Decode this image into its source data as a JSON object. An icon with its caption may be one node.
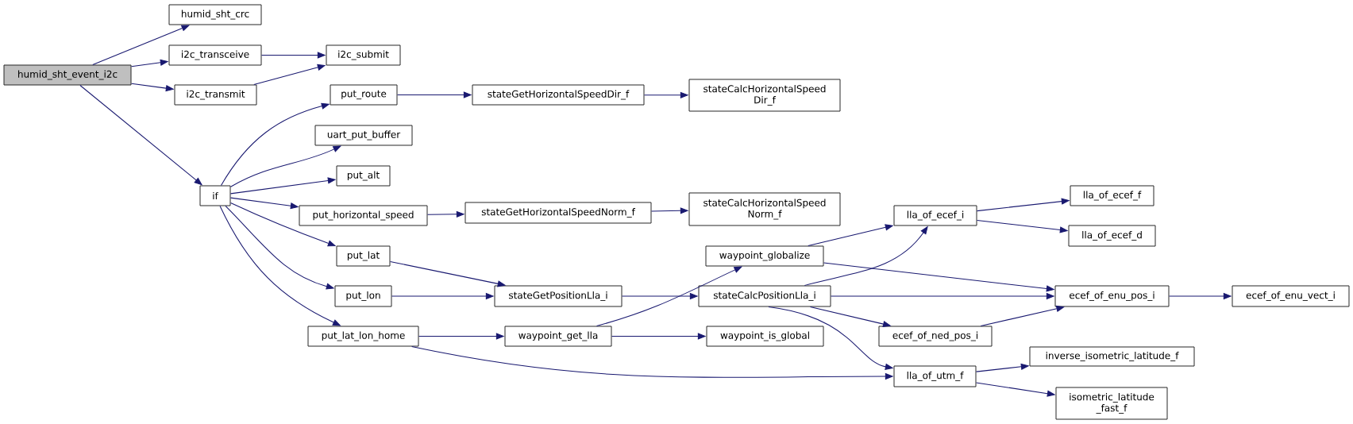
{
  "diagram": {
    "nodes": [
      {
        "text": [
          "humid_sht_event_i2c"
        ]
      },
      {
        "text": [
          "humid_sht_crc"
        ]
      },
      {
        "text": [
          "i2c_transceive"
        ]
      },
      {
        "text": [
          "i2c_transmit"
        ]
      },
      {
        "text": [
          "if"
        ]
      },
      {
        "text": [
          "i2c_submit"
        ]
      },
      {
        "text": [
          "put_route"
        ]
      },
      {
        "text": [
          "uart_put_buffer"
        ]
      },
      {
        "text": [
          "put_alt"
        ]
      },
      {
        "text": [
          "put_horizontal_speed"
        ]
      },
      {
        "text": [
          "put_lat"
        ]
      },
      {
        "text": [
          "put_lon"
        ]
      },
      {
        "text": [
          "put_lat_lon_home"
        ]
      },
      {
        "text": [
          "stateGetHorizontalSpeedDir_f"
        ]
      },
      {
        "text": [
          "stateGetHorizontalSpeedNorm_f"
        ]
      },
      {
        "text": [
          "stateGetPositionLla_i"
        ]
      },
      {
        "text": [
          "waypoint_get_lla"
        ]
      },
      {
        "text": [
          "stateCalcHorizontalSpeed Dir_f"
        ]
      },
      {
        "text": [
          "stateCalcHorizontalSpeed Norm_f"
        ]
      },
      {
        "text": [
          "waypoint_globalize"
        ]
      },
      {
        "text": [
          "stateCalcPositionLla_i"
        ]
      },
      {
        "text": [
          "waypoint_is_global"
        ]
      },
      {
        "text": [
          "lla_of_ecef_i"
        ]
      },
      {
        "text": [
          "ecef_of_ned_pos_i"
        ]
      },
      {
        "text": [
          "lla_of_utm_f"
        ]
      },
      {
        "text": [
          "lla_of_ecef_f"
        ]
      },
      {
        "text": [
          "lla_of_ecef_d"
        ]
      },
      {
        "text": [
          "ecef_of_enu_pos_i"
        ]
      },
      {
        "text": [
          "inverse_isometric_latitude_f"
        ]
      },
      {
        "text": [
          "isometric_latitude _fast_f"
        ]
      },
      {
        "text": [
          "ecef_of_enu_vect_i"
        ]
      }
    ],
    "edges": [
      {
        "from": 0,
        "to": 1,
        "arrow": "to"
      },
      {
        "from": 0,
        "to": 2,
        "arrow": "to"
      },
      {
        "from": 0,
        "to": 3,
        "arrow": "to"
      },
      {
        "from": 0,
        "to": 4,
        "arrow": "to"
      },
      {
        "from": 2,
        "to": 5,
        "arrow": "to"
      },
      {
        "from": 3,
        "to": 5,
        "arrow": "to"
      },
      {
        "from": 4,
        "to": 6,
        "arrow": "to"
      },
      {
        "from": 4,
        "to": 7,
        "arrow": "to"
      },
      {
        "from": 4,
        "to": 8,
        "arrow": "to"
      },
      {
        "from": 4,
        "to": 9,
        "arrow": "to"
      },
      {
        "from": 4,
        "to": 10,
        "arrow": "to"
      },
      {
        "from": 4,
        "to": 11,
        "arrow": "to"
      },
      {
        "from": 4,
        "to": 12,
        "arrow": "to"
      },
      {
        "from": 6,
        "to": 13,
        "arrow": "to"
      },
      {
        "from": 9,
        "to": 14,
        "arrow": "to"
      },
      {
        "from": 10,
        "to": 15,
        "arrow": "to"
      },
      {
        "from": 11,
        "to": 15,
        "arrow": "to"
      },
      {
        "from": 12,
        "to": 16,
        "arrow": "to"
      },
      {
        "from": 12,
        "to": 24,
        "arrow": "to"
      },
      {
        "from": 13,
        "to": 17,
        "arrow": "to"
      },
      {
        "from": 14,
        "to": 18,
        "arrow": "to"
      },
      {
        "from": 15,
        "to": 20,
        "arrow": "to"
      },
      {
        "from": 16,
        "to": 19,
        "arrow": "to"
      },
      {
        "from": 16,
        "to": 21,
        "arrow": "to"
      },
      {
        "from": 19,
        "to": 22,
        "arrow": "to"
      },
      {
        "from": 19,
        "to": 27,
        "arrow": "to"
      },
      {
        "from": 20,
        "to": 22,
        "arrow": "to"
      },
      {
        "from": 20,
        "to": 27,
        "arrow": "to"
      },
      {
        "from": 20,
        "to": 23,
        "arrow": "to"
      },
      {
        "from": 20,
        "to": 24,
        "arrow": "to"
      },
      {
        "from": 22,
        "to": 25,
        "arrow": "to"
      },
      {
        "from": 22,
        "to": 26,
        "arrow": "to"
      },
      {
        "from": 23,
        "to": 27,
        "arrow": "to"
      },
      {
        "from": 27,
        "to": 30,
        "arrow": "to"
      },
      {
        "from": 24,
        "to": 28,
        "arrow": "to"
      },
      {
        "from": 24,
        "to": 29,
        "arrow": "to"
      }
    ]
  }
}
